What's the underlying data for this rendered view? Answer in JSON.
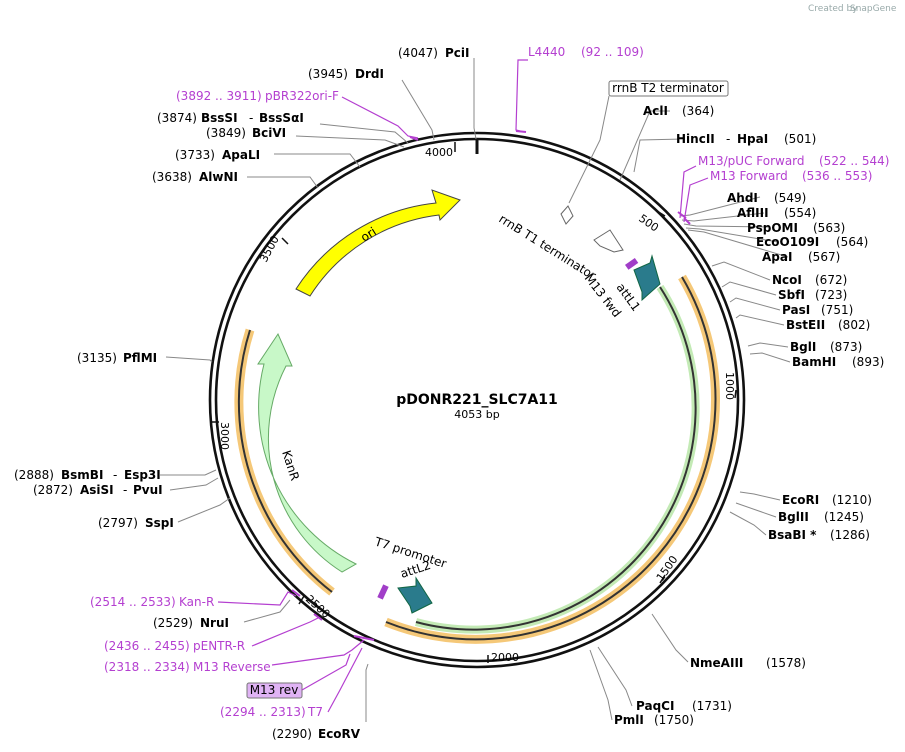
{
  "header": {
    "credit_prefix": "Created by",
    "credit_brand": "SnapGene"
  },
  "plasmid": {
    "name": "pDONR221_SLC7A11",
    "length": "4053 bp"
  },
  "ticks": [
    "500",
    "1000",
    "1500",
    "2000",
    "2500",
    "3000",
    "3500",
    "4000"
  ],
  "enzymes": [
    {
      "pos": "(4047)",
      "name": "PciI"
    },
    {
      "pos": "(3945)",
      "name": "DrdI"
    },
    {
      "pos": "(3874)",
      "name": "BssSI",
      "name2": "BssSαI"
    },
    {
      "pos": "(3849)",
      "name": "BciVI"
    },
    {
      "pos": "(3733)",
      "name": "ApaLI"
    },
    {
      "pos": "(3638)",
      "name": "AlwNI"
    },
    {
      "pos": "(3135)",
      "name": "PflMI"
    },
    {
      "pos": "(2888)",
      "name": "BsmBI",
      "name2": "Esp3I"
    },
    {
      "pos": "(2872)",
      "name": "AsiSI",
      "name2": "PvuI"
    },
    {
      "pos": "(2797)",
      "name": "SspI"
    },
    {
      "pos": "(2529)",
      "name": "NruI"
    },
    {
      "pos": "(2290)",
      "name": "EcoRV"
    },
    {
      "pos": "(364)",
      "name": "AclI"
    },
    {
      "pos": "(501)",
      "name": "HincII",
      "name2": "HpaI"
    },
    {
      "pos": "(549)",
      "name": "AhdI"
    },
    {
      "pos": "(554)",
      "name": "AflIII"
    },
    {
      "pos": "(563)",
      "name": "PspOMI"
    },
    {
      "pos": "(564)",
      "name": "EcoO109I"
    },
    {
      "pos": "(567)",
      "name": "ApaI"
    },
    {
      "pos": "(672)",
      "name": "NcoI"
    },
    {
      "pos": "(723)",
      "name": "SbfI"
    },
    {
      "pos": "(751)",
      "name": "PasI"
    },
    {
      "pos": "(802)",
      "name": "BstEII"
    },
    {
      "pos": "(873)",
      "name": "BglI"
    },
    {
      "pos": "(893)",
      "name": "BamHI"
    },
    {
      "pos": "(1210)",
      "name": "EcoRI"
    },
    {
      "pos": "(1245)",
      "name": "BglII"
    },
    {
      "pos": "(1286)",
      "name": "BsaBI *"
    },
    {
      "pos": "(1578)",
      "name": "NmeAIII"
    },
    {
      "pos": "(1731)",
      "name": "PaqCI"
    },
    {
      "pos": "(1750)",
      "name": "PmlI"
    }
  ],
  "primers": [
    {
      "name": "L4440",
      "range": "(92 .. 109)"
    },
    {
      "name": "pBR322ori-F",
      "range": "(3892 .. 3911)"
    },
    {
      "name": "M13/pUC Forward",
      "range": "(522 .. 544)"
    },
    {
      "name": "M13 Forward",
      "range": "(536 .. 553)"
    },
    {
      "name": "Kan-R",
      "range": "(2514 .. 2533)"
    },
    {
      "name": "pENTR-R",
      "range": "(2436 .. 2455)"
    },
    {
      "name": "M13 Reverse",
      "range": "(2318 .. 2334)"
    },
    {
      "name": "T7",
      "range": "(2294 .. 2313)"
    }
  ],
  "boxed_labels": {
    "terminator": "rrnB T2 terminator",
    "m13rev": "M13 rev"
  },
  "features": {
    "ori": "ori",
    "kanr": "KanR",
    "rrnb_t1": "rrnB T1 terminator",
    "m13fwd": "M13 fwd",
    "attl1": "attL1",
    "t7promoter": "T7 promoter",
    "attl2": "attL2"
  },
  "colors": {
    "primer": "#b43fd0",
    "ori": "#ffff00",
    "kanr": "#c8f8c8",
    "att": "#2a7b8c",
    "orf_orange": "#f0a030",
    "orf_green": "#33aa22"
  }
}
